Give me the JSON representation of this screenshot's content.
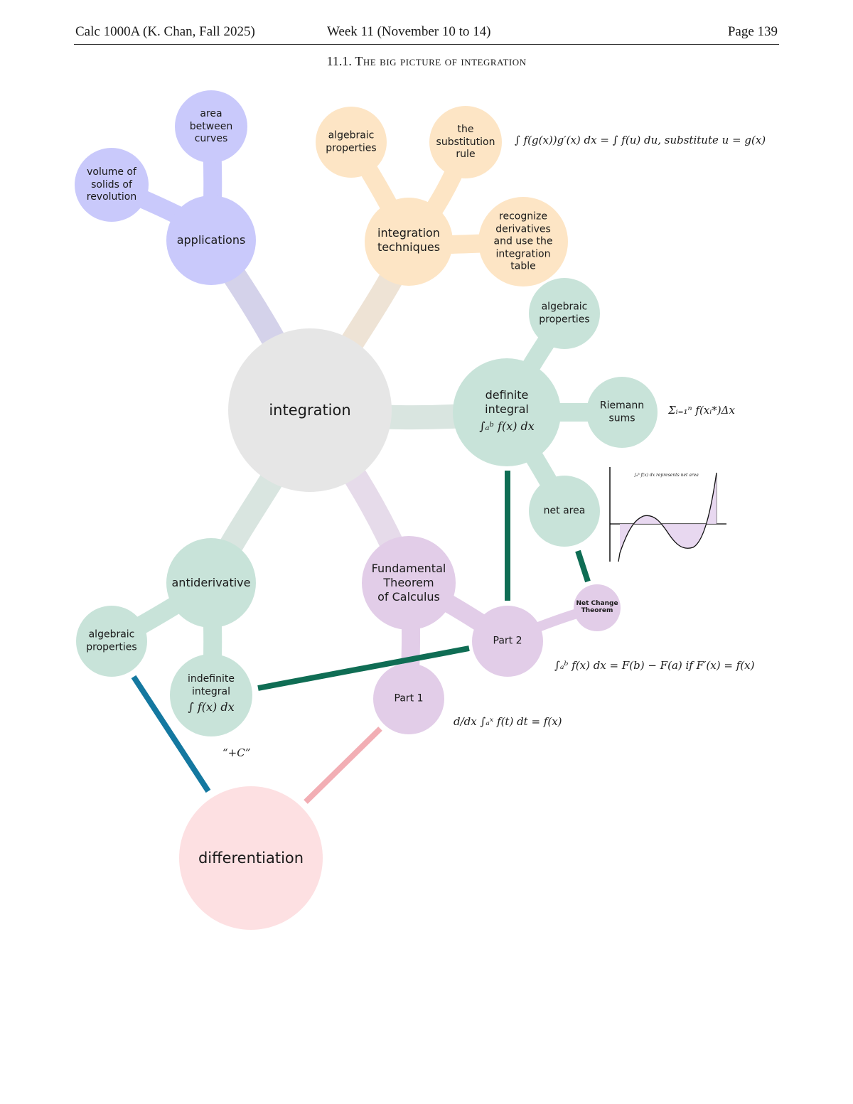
{
  "header": {
    "course": "Calc 1000A (K. Chan, Fall 2025)",
    "week": "Week 11 (November 10 to 14)",
    "page": "Page 139"
  },
  "section": {
    "number": "11.1.",
    "title": "The big picture of integration"
  },
  "nodes": {
    "integration": "integration",
    "applications": "applications",
    "area_between_curves": [
      "area",
      "between",
      "curves"
    ],
    "volume_of_solids": [
      "volume of",
      "solids of",
      "revolution"
    ],
    "integration_techniques": [
      "integration",
      "techniques"
    ],
    "algebraic_properties_tech": [
      "algebraic",
      "properties"
    ],
    "substitution_rule": [
      "the",
      "substitution",
      "rule"
    ],
    "recognize_derivatives": [
      "recognize",
      "derivatives",
      "and use the",
      "integration",
      "table"
    ],
    "definite_integral": [
      "definite",
      "integral",
      "∫ₐᵇ f(x) dx"
    ],
    "algebraic_properties_def": [
      "algebraic",
      "properties"
    ],
    "riemann_sums": [
      "Riemann",
      "sums"
    ],
    "net_area": "net area",
    "ftc": [
      "Fundamental",
      "Theorem",
      "of Calculus"
    ],
    "part1": "Part 1",
    "part2": "Part 2",
    "net_change": [
      "Net Change",
      "Theorem"
    ],
    "antiderivative": "antiderivative",
    "algebraic_properties_anti": [
      "algebraic",
      "properties"
    ],
    "indefinite_integral": [
      "indefinite",
      "integral",
      "∫ f(x) dx"
    ],
    "differentiation": "differentiation"
  },
  "formulas": {
    "substitution": "∫ f(g(x))g′(x) dx = ∫ f(u) du, substitute u = g(x)",
    "riemann": "Σᵢ₌₁ⁿ f(xᵢ*)Δx",
    "ftc_part2": "∫ₐᵇ f(x) dx = F(b) − F(a) if F′(x) = f(x)",
    "ftc_part1": "d/dx ∫ₐˣ f(t) dt = f(x)",
    "plus_c": "“+C”",
    "graph_caption": "∫ₐᵇ f(x) dx represents net area"
  },
  "colors": {
    "grey": "#e6e6e6",
    "purple": "#c9c9fb",
    "orange": "#fde5c5",
    "teal": "#c8e3d9",
    "lilac": "#e2cde8",
    "pink": "#fde0e2",
    "green_link": "#0f6d54",
    "blue_link": "#1478a0",
    "pink_link": "#f2aeb4"
  }
}
